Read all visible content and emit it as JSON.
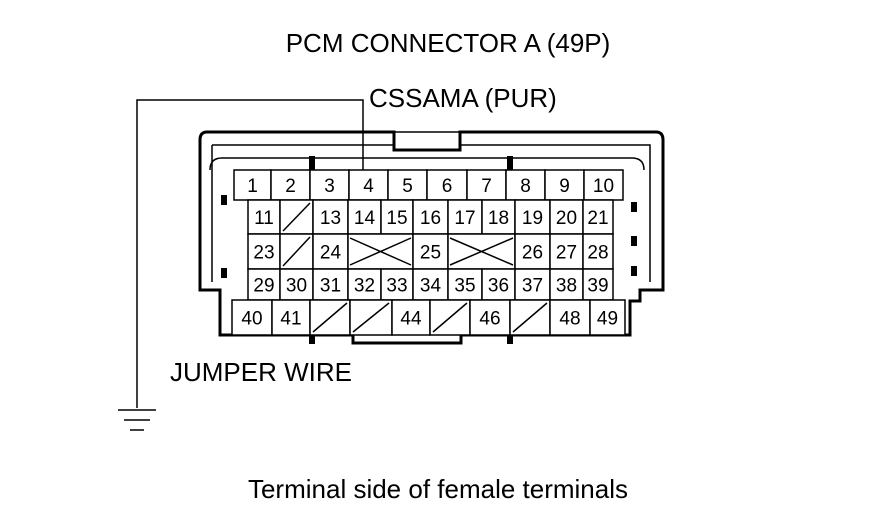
{
  "title": "PCM CONNECTOR A (49P)",
  "wire_label": "CSSAMA (PUR)",
  "jumper_label": "JUMPER WIRE",
  "caption": "Terminal side of female terminals",
  "rows": [
    [
      "1",
      "2",
      "3",
      "4",
      "5",
      "6",
      "7",
      "8",
      "9",
      "10"
    ],
    [
      "11",
      "",
      "13",
      "14",
      "15",
      "16",
      "17",
      "18",
      "19",
      "20",
      "21"
    ],
    [
      "23",
      "",
      "24",
      "",
      "25",
      "",
      "26",
      "27",
      "28"
    ],
    [
      "29",
      "30",
      "31",
      "32",
      "33",
      "34",
      "35",
      "36",
      "37",
      "38",
      "39"
    ],
    [
      "40",
      "41",
      "",
      "",
      "44",
      "",
      "46",
      "",
      "48",
      "49"
    ]
  ],
  "probed_terminal": "4",
  "colors": {
    "line": "#000000",
    "background": "#ffffff"
  }
}
